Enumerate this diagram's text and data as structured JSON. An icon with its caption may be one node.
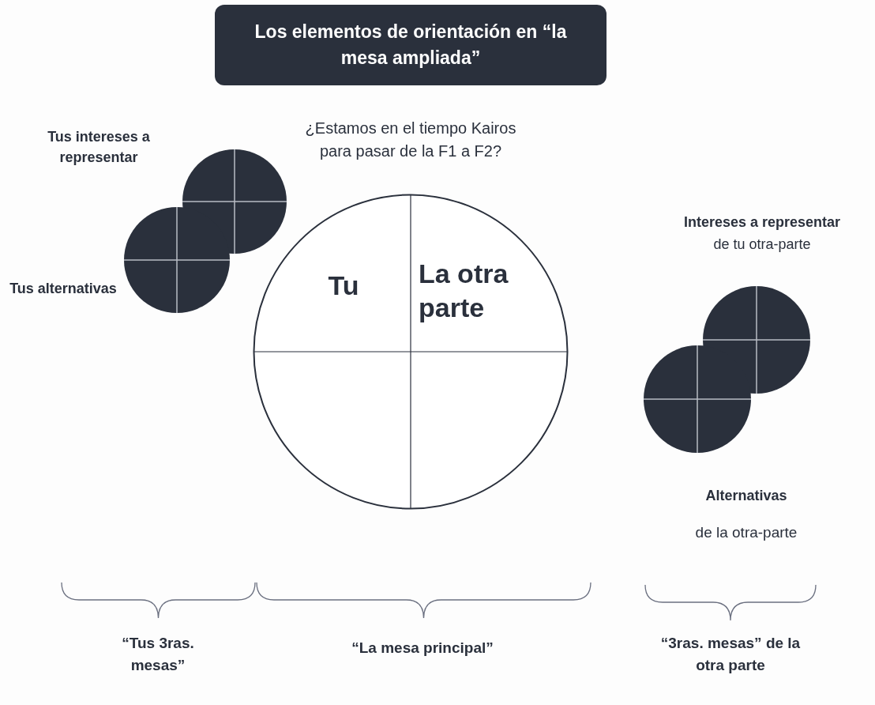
{
  "diagram": {
    "title": "Los elementos de orientación en “la mesa ampliada”",
    "nodes": [
      {
        "text": [
          "Tu",
          "La otra parte"
        ]
      }
    ],
    "labels": [
      "¿Estamos en el tiempo Kairos para pasar de la F1 a F2?",
      "Tus intereses a representar",
      "Tus alternativas",
      "Intereses a representar",
      "de tu otra-parte",
      "Alternativas",
      "de la otra-parte",
      "“Tus 3ras. mesas”",
      "“La mesa principal”",
      "“3ras. mesas” de la otra parte"
    ]
  }
}
